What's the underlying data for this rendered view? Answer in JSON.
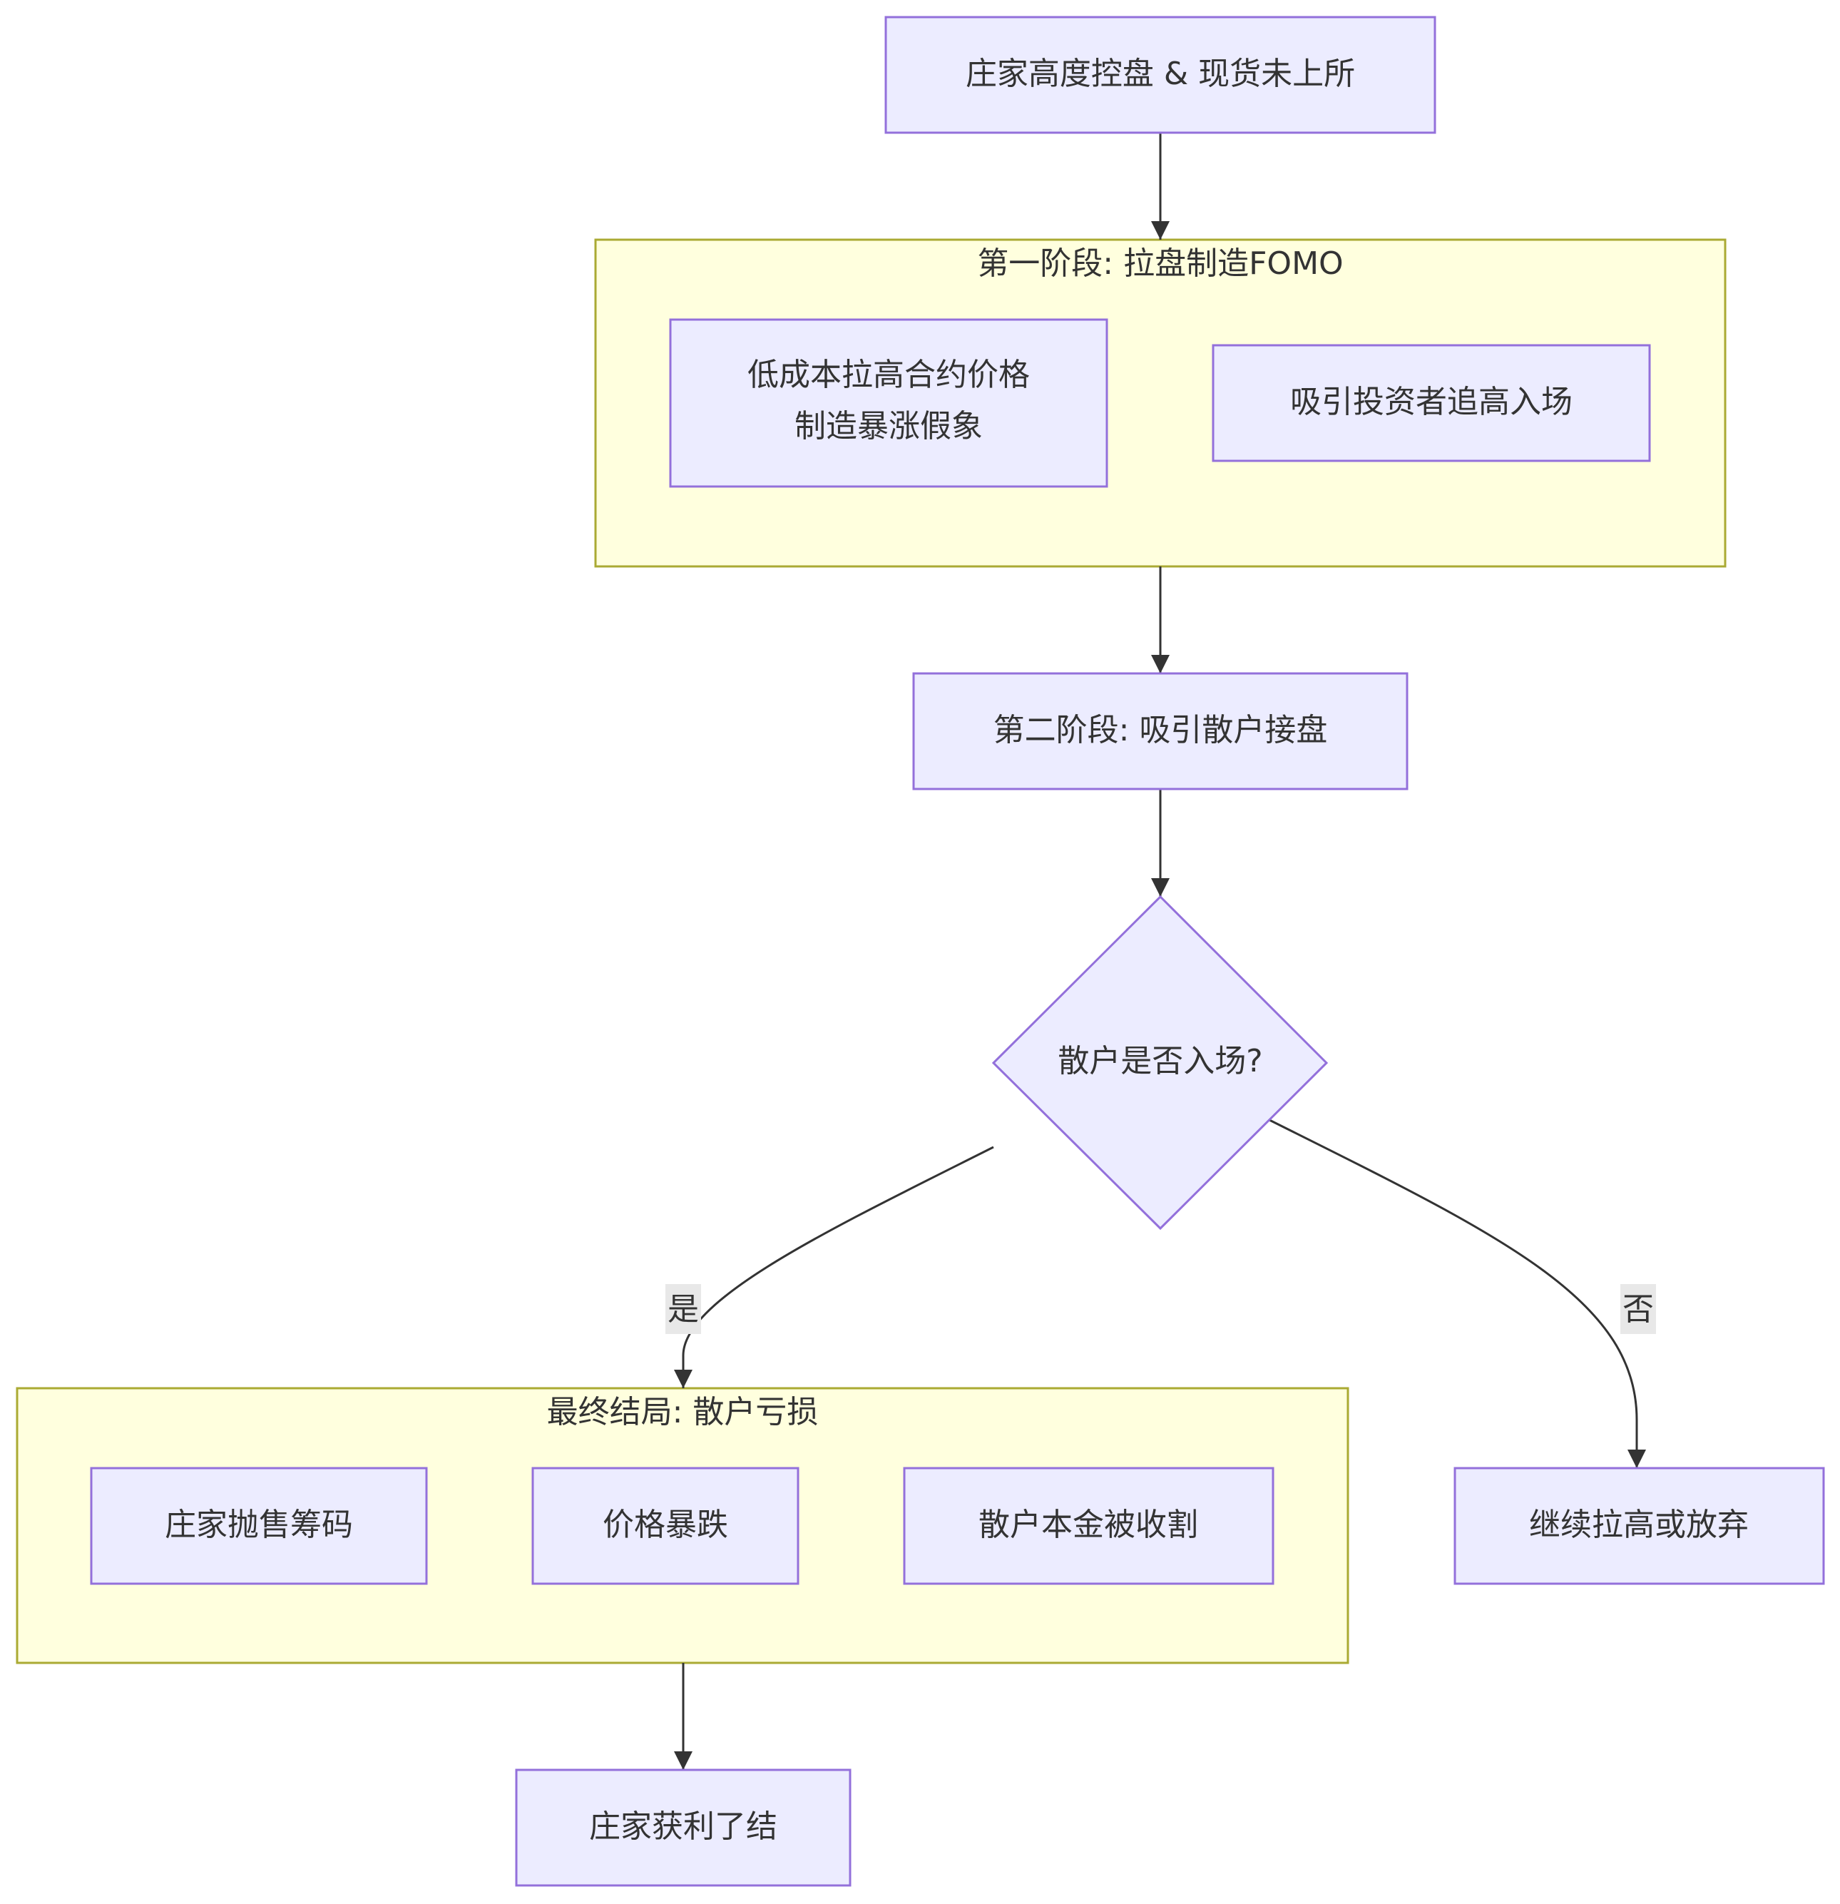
{
  "diagram": {
    "type": "flowchart",
    "colors": {
      "node_fill": "#ECECFF",
      "node_stroke": "#9370DB",
      "cluster_fill": "#FFFFDE",
      "cluster_stroke": "#AAAA33",
      "edge": "#333333",
      "edge_label_bg": "#E8E8E8"
    },
    "nodes": {
      "start": "庄家高度控盘 & 现货未上所",
      "pump_line1": "低成本拉高合约价格",
      "pump_line2": "制造暴涨假象",
      "attract": "吸引投资者追高入场",
      "stage2": "第二阶段: 吸引散户接盘",
      "decision": "散户是否入场?",
      "dump": "庄家抛售筹码",
      "crash": "价格暴跌",
      "harvest": "散户本金被收割",
      "continue": "继续拉高或放弃",
      "profit": "庄家获利了结"
    },
    "clusters": {
      "stage1": "第一阶段: 拉盘制造FOMO",
      "final": "最终结局: 散户亏损"
    },
    "edge_labels": {
      "yes": "是",
      "no": "否"
    }
  }
}
